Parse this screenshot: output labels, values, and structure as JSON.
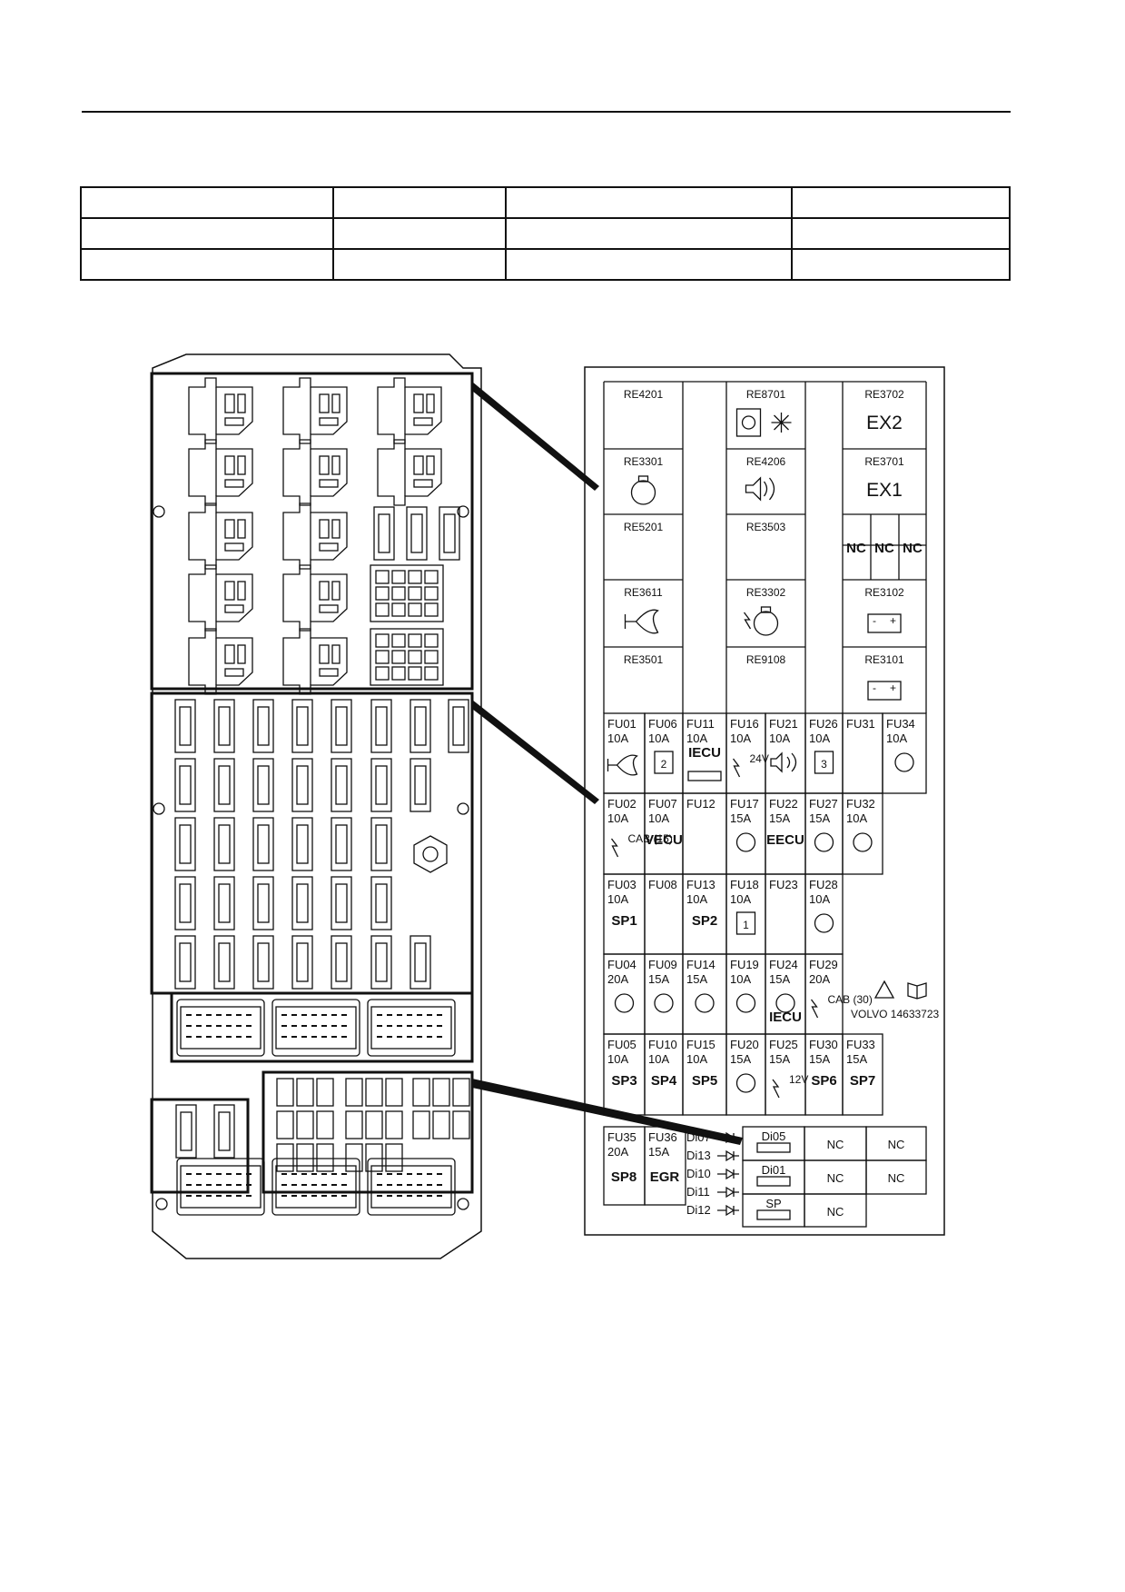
{
  "relays": [
    {
      "id": "RE4201",
      "icon": ""
    },
    {
      "id": "RE8701",
      "icon": "fan-ac-icon"
    },
    {
      "id": "RE3702",
      "big": "EX2"
    },
    {
      "id": "RE3301",
      "icon": "engine-icon"
    },
    {
      "id": "RE4206",
      "icon": "speaker-icon"
    },
    {
      "id": "RE3701",
      "big": "EX1"
    },
    {
      "id": "RE5201"
    },
    {
      "id": "RE3503"
    },
    {
      "id": "RE3611",
      "icon": "horn-icon"
    },
    {
      "id": "RE3302",
      "icon": "engine-power-icon"
    },
    {
      "id": "RE3102",
      "icon": "battery-icon"
    },
    {
      "id": "RE3501"
    },
    {
      "id": "RE9108"
    },
    {
      "id": "RE3101",
      "icon": "battery-icon"
    }
  ],
  "nc_label": "NC",
  "fuses": [
    {
      "id": "FU01",
      "amp": "10A",
      "icon": "horn-icon"
    },
    {
      "id": "FU06",
      "amp": "10A",
      "icon": "box-2-icon",
      "sub": "2"
    },
    {
      "id": "FU11",
      "amp": "10A",
      "label": "IECU",
      "icon": "connector-icon"
    },
    {
      "id": "FU16",
      "amp": "10A",
      "icon": "power-24v-icon",
      "sub": "24V"
    },
    {
      "id": "FU21",
      "amp": "10A",
      "icon": "speaker-icon"
    },
    {
      "id": "FU26",
      "amp": "10A",
      "icon": "box-3-icon",
      "sub": "3"
    },
    {
      "id": "FU31",
      "amp": ""
    },
    {
      "id": "FU34",
      "amp": "10A",
      "icon": "wiper-icon"
    },
    {
      "id": "FU02",
      "amp": "10A",
      "icon": "power-cab15-icon",
      "sub": "CAB (15)"
    },
    {
      "id": "FU07",
      "amp": "10A",
      "label": "VECU"
    },
    {
      "id": "FU12",
      "amp": ""
    },
    {
      "id": "FU17",
      "amp": "15A",
      "icon": "fuel-icon"
    },
    {
      "id": "FU22",
      "amp": "15A",
      "label": "EECU"
    },
    {
      "id": "FU27",
      "amp": "15A",
      "icon": "seat-heat-icon"
    },
    {
      "id": "FU32",
      "amp": "10A",
      "icon": "seat-icon"
    },
    {
      "id": "FU03",
      "amp": "10A",
      "label": "SP1"
    },
    {
      "id": "FU08",
      "amp": ""
    },
    {
      "id": "FU13",
      "amp": "10A",
      "label": "SP2"
    },
    {
      "id": "FU18",
      "amp": "10A",
      "icon": "box-1-icon",
      "sub": "1"
    },
    {
      "id": "FU23",
      "amp": ""
    },
    {
      "id": "FU28",
      "amp": "10A",
      "icon": "interior-light-icon"
    },
    {
      "id": "FU04",
      "amp": "20A",
      "icon": "headlight-icon"
    },
    {
      "id": "FU09",
      "amp": "15A",
      "icon": "mirror-heat-icon"
    },
    {
      "id": "FU14",
      "amp": "15A",
      "icon": "lamp-icon"
    },
    {
      "id": "FU19",
      "amp": "10A",
      "icon": "beacon-icon"
    },
    {
      "id": "FU24",
      "amp": "15A",
      "icon": "key-icon",
      "label": "IECU"
    },
    {
      "id": "FU29",
      "amp": "20A",
      "icon": "power-cab30-icon",
      "sub": "CAB (30)"
    },
    {
      "id": "FU05",
      "amp": "10A",
      "label": "SP3"
    },
    {
      "id": "FU10",
      "amp": "10A",
      "label": "SP4"
    },
    {
      "id": "FU15",
      "amp": "10A",
      "label": "SP5"
    },
    {
      "id": "FU20",
      "amp": "15A",
      "icon": "heater-icon"
    },
    {
      "id": "FU25",
      "amp": "15A",
      "icon": "power-12v-icon",
      "sub": "12V"
    },
    {
      "id": "FU30",
      "amp": "15A",
      "label": "SP6"
    },
    {
      "id": "FU33",
      "amp": "15A",
      "label": "SP7"
    },
    {
      "id": "FU35",
      "amp": "20A",
      "label": "SP8"
    },
    {
      "id": "FU36",
      "amp": "15A",
      "label": "EGR"
    }
  ],
  "diodes": [
    "Di07",
    "Di13",
    "Di10",
    "Di11",
    "Di12"
  ],
  "diode_slots": [
    "Di05",
    "Di01",
    "SP"
  ],
  "volvo_label": "VOLVO 14633723"
}
